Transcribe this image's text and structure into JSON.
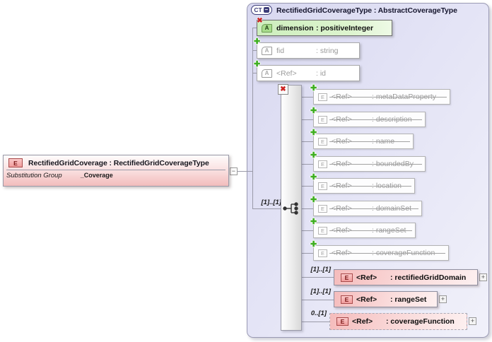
{
  "diagram": {
    "element": {
      "badge": "E",
      "title": "RectifiedGridCoverage : RectifiedGridCoverageType",
      "substitution_label": "Substitution Group",
      "substitution_value": "_Coverage",
      "collapse_glyph": "−"
    },
    "complex_type": {
      "badge": "CT",
      "badge_collapse_glyph": "−",
      "title": "RectifiedGridCoverageType : AbstractCoverageType",
      "attributes": [
        {
          "icon": "A",
          "name": "dimension",
          "type": ": positiveInteger",
          "required": true
        },
        {
          "icon": "A",
          "name": "fid",
          "type": ": string",
          "required": false
        },
        {
          "icon": "A",
          "name": "<Ref>",
          "type": ": id",
          "required": false
        }
      ],
      "sequence": {
        "cardinality": "[1]..[1]",
        "blocked_elements": [
          {
            "icon": "E",
            "name": "<Ref>",
            "type": ": metaDataProperty"
          },
          {
            "icon": "E",
            "name": "<Ref>",
            "type": ": description"
          },
          {
            "icon": "E",
            "name": "<Ref>",
            "type": ": name"
          },
          {
            "icon": "E",
            "name": "<Ref>",
            "type": ": boundedBy"
          },
          {
            "icon": "E",
            "name": "<Ref>",
            "type": ": location"
          },
          {
            "icon": "E",
            "name": "<Ref>",
            "type": ": domainSet"
          },
          {
            "icon": "E",
            "name": "<Ref>",
            "type": ": rangeSet"
          },
          {
            "icon": "E",
            "name": "<Ref>",
            "type": ": coverageFunction"
          }
        ],
        "elements": [
          {
            "icon": "E",
            "name": "<Ref>",
            "type": ": rectifiedGridDomain",
            "cardinality": "[1]..[1]",
            "expand_glyph": "+"
          },
          {
            "icon": "E",
            "name": "<Ref>",
            "type": ": rangeSet",
            "cardinality": "[1]..[1]",
            "expand_glyph": "+"
          },
          {
            "icon": "E",
            "name": "<Ref>",
            "type": ": coverageFunction",
            "cardinality": "0..[1]",
            "expand_glyph": "+"
          }
        ]
      }
    },
    "glyphs": {
      "error_x": "✖",
      "add_plus": "✚"
    },
    "colors": {
      "ct_fill": "#dcdcf2",
      "pink_fill": "#f5bcbc",
      "green_fill": "#cdeebd",
      "line": "#9a9aa8",
      "blocked_text": "#9a9a9a",
      "error_red": "#cc2222",
      "add_green": "#3fae22"
    }
  }
}
